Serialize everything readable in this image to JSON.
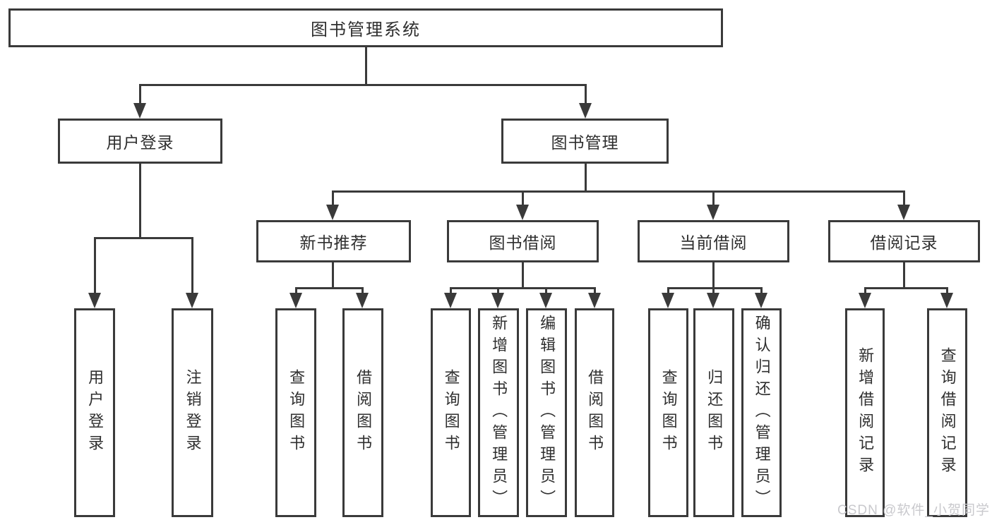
{
  "colors": {
    "line": "#3a3a3a",
    "box_fill": "#ffffff",
    "text": "#2f2f2f",
    "watermark": "#c9c9cd"
  },
  "tree": {
    "root": {
      "label": "图书管理系统"
    },
    "user_login": {
      "label": "用户登录",
      "leaves": [
        {
          "label": "用户登录"
        },
        {
          "label": "注销登录"
        }
      ]
    },
    "book_mgmt": {
      "label": "图书管理",
      "groups": [
        {
          "label": "新书推荐",
          "leaves": [
            {
              "label": "查询图书"
            },
            {
              "label": "借阅图书"
            }
          ]
        },
        {
          "label": "图书借阅",
          "leaves": [
            {
              "label": "查询图书"
            },
            {
              "label": "新增图书（管理员）"
            },
            {
              "label": "编辑图书（管理员）"
            },
            {
              "label": "借阅图书"
            }
          ]
        },
        {
          "label": "当前借阅",
          "leaves": [
            {
              "label": "查询图书"
            },
            {
              "label": "归还图书"
            },
            {
              "label": "确认归还（管理员）"
            }
          ]
        },
        {
          "label": "借阅记录",
          "leaves": [
            {
              "label": "新增借阅记录"
            },
            {
              "label": "查询借阅记录"
            }
          ]
        }
      ]
    }
  },
  "watermark": {
    "text": "CSDN @软件_小贺同学"
  }
}
